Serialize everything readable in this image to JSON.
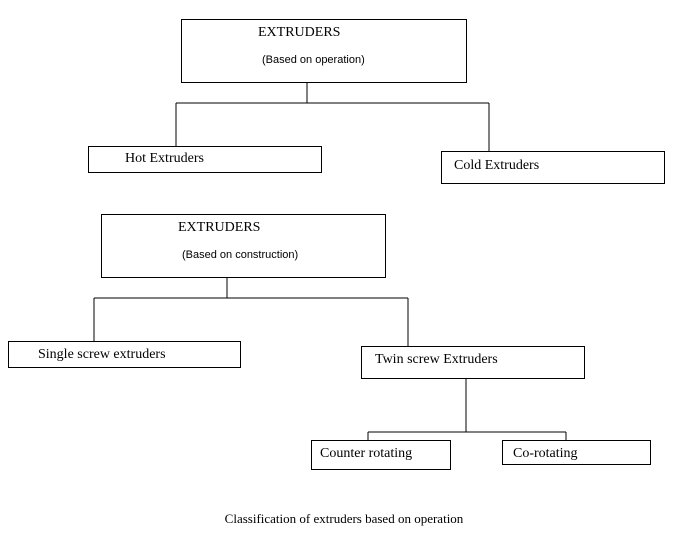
{
  "diagram1": {
    "root_title": "EXTRUDERS",
    "root_subtitle": "(Based on operation)",
    "children": [
      "Hot Extruders",
      "Cold Extruders"
    ]
  },
  "diagram2": {
    "root_title": "EXTRUDERS",
    "root_subtitle": "(Based on construction)",
    "children": [
      "Single screw extruders",
      "Twin screw Extruders"
    ],
    "twin_children": [
      "Counter rotating",
      "Co-rotating"
    ]
  },
  "caption": "Classification of extruders based on operation"
}
